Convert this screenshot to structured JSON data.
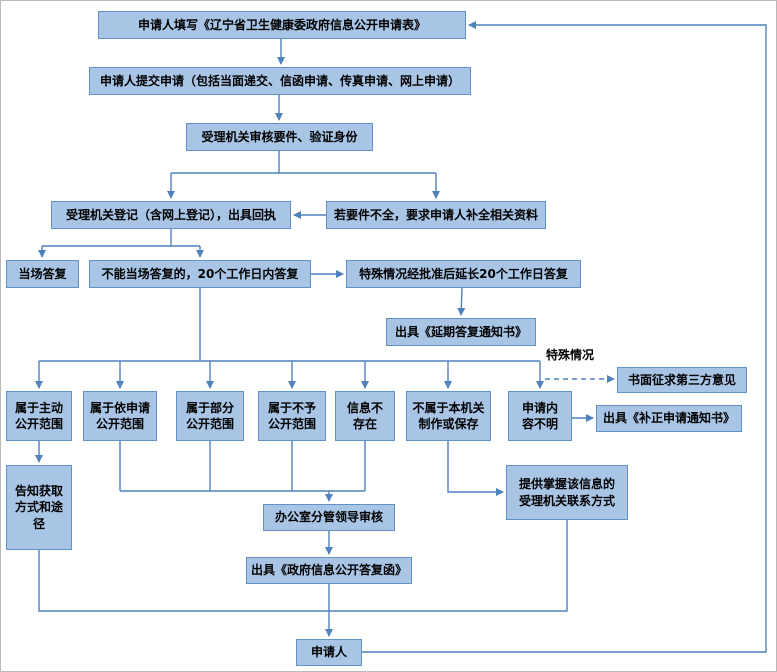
{
  "diagram": {
    "type": "flowchart",
    "subject": "政府信息公开申请办理流程",
    "nodes": {
      "fill_form": {
        "label": "申请人填写《辽宁省卫生健康委政府信息公开申请表》"
      },
      "submit": {
        "label": "申请人提交申请（包括当面递交、信函申请、传真申请、网上申请）"
      },
      "review": {
        "label": "受理机关审核要件、验证身份"
      },
      "register": {
        "label": "受理机关登记（含网上登记），出具回执"
      },
      "incomplete": {
        "label": "若要件不全，要求申请人补全相关资料"
      },
      "onspot_reply": {
        "label": "当场答复"
      },
      "reply_20days": {
        "label": "不能当场答复的，20个工作日内答复"
      },
      "extend_20days": {
        "label": "特殊情况经批准后延长20个工作日答复"
      },
      "delay_notice": {
        "label": "出具《延期答复通知书》"
      },
      "proactive_scope": {
        "label": "属于主动\n公开范围"
      },
      "on_request_scope": {
        "label": "属于依申请\n公开范围"
      },
      "partial_scope": {
        "label": "属于部分\n公开范围"
      },
      "refuse_scope": {
        "label": "属于不予\n公开范围"
      },
      "not_exist": {
        "label": "信息不\n存在"
      },
      "not_this_organ": {
        "label": "不属于本机关\n制作或保存"
      },
      "unclear_content": {
        "label": "申请内\n容不明"
      },
      "third_party_opinion": {
        "label": "书面征求第三方意见"
      },
      "correction_notice": {
        "label": "出具《补正申请通知书》"
      },
      "inform_ways": {
        "label": "告知获取\n方式和途\n径"
      },
      "provide_contact": {
        "label": "提供掌握该信息的\n受理机关联系方式"
      },
      "office_leader_review": {
        "label": "办公室分管领导审核"
      },
      "reply_letter": {
        "label": "出具《政府信息公开答复函》"
      },
      "applicant": {
        "label": "申请人"
      }
    },
    "edge_labels": {
      "special_case": "特殊情况"
    },
    "colors": {
      "node_fill": "#a9c5e6",
      "node_border": "#6291c5",
      "connector": "#4f81bd",
      "text": "#000000"
    }
  }
}
